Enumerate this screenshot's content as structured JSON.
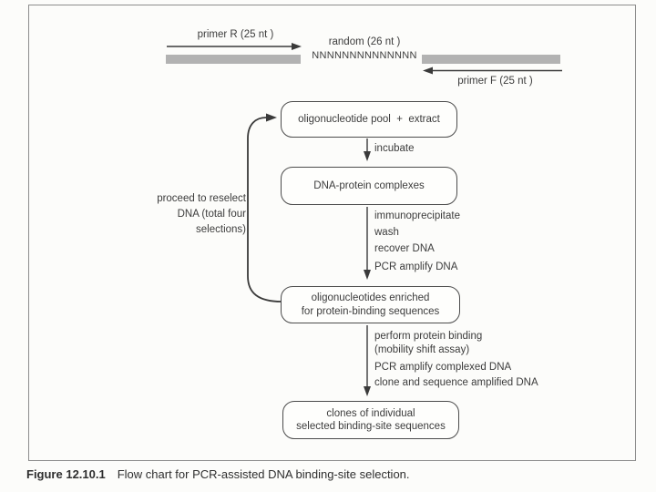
{
  "figure": {
    "caption_label": "Figure 12.10.1",
    "caption_text": "Flow chart for PCR-assisted DNA binding-site selection."
  },
  "top_diagram": {
    "primer_r_label": "primer R (25 nt )",
    "random_length_label": "random (26 nt )",
    "random_sequence": "NNNNNNNNNNNNNN",
    "primer_f_label": "primer F (25 nt )",
    "bar_color": "#b2b2b2"
  },
  "flowchart": {
    "box1": {
      "line1": "oligonucleotide pool  +  extract"
    },
    "box2": {
      "line1": "DNA-protein complexes"
    },
    "box3": {
      "line1": "oligonucleotides enriched",
      "line2": "for protein-binding sequences"
    },
    "box4": {
      "line1": "clones of individual",
      "line2": "selected binding-site sequences"
    },
    "arrow1_labels": [
      "incubate"
    ],
    "arrow2_labels": [
      "immunoprecipitate",
      "wash",
      "recover DNA",
      "PCR amplify DNA"
    ],
    "arrow3_labels": [
      "perform protein binding",
      "(mobility shift assay)",
      "PCR amplify complexed DNA",
      "clone and sequence amplified DNA"
    ],
    "loop_label_lines": [
      "proceed to reselect",
      "DNA (total four",
      "selections)"
    ]
  }
}
